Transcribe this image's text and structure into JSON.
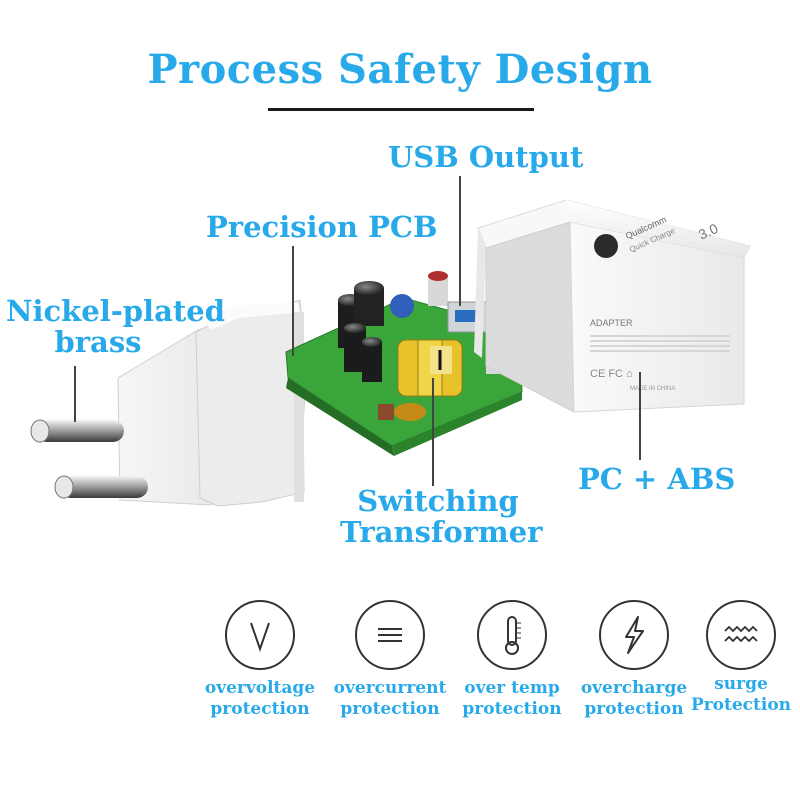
{
  "title": "Process Safety Design",
  "labels": {
    "usb_output": "USB Output",
    "precision_pcb": "Precision PCB",
    "nickel_line1": "Nickel-plated",
    "nickel_line2": "brass",
    "switching_line1": "Switching",
    "switching_line2": "Transformer",
    "pc_abs": "PC + ABS"
  },
  "case_print": {
    "brand": "Qualcomm",
    "brand_sub": "Quick Charge",
    "version": "3.0",
    "adapter": "ADAPTER",
    "made_in": "MADE IN CHINA"
  },
  "features": [
    {
      "icon": "overvoltage-icon",
      "line1": "overvoltage",
      "line2": "protection"
    },
    {
      "icon": "overcurrent-icon",
      "line1": "overcurrent",
      "line2": "protection"
    },
    {
      "icon": "thermometer-icon",
      "line1": "over temp",
      "line2": "protection"
    },
    {
      "icon": "lightning-icon",
      "line1": "overcharge",
      "line2": "protection"
    },
    {
      "icon": "surge-icon",
      "line1": "surge",
      "line2": "Protection"
    }
  ],
  "colors": {
    "accent": "#27a9ea",
    "pcb": "#3aa53a",
    "case": "#f2f2f2"
  }
}
